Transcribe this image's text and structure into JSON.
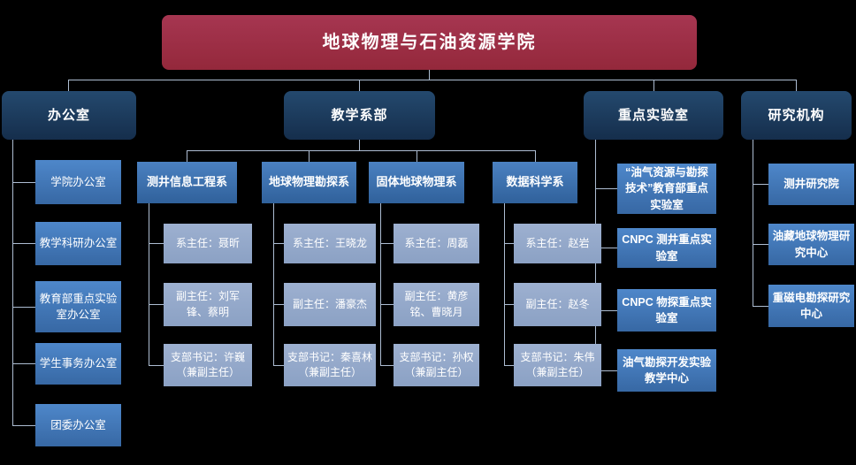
{
  "title": "地球物理与石油资源学院",
  "branches": {
    "office": {
      "label": "办公室",
      "items": [
        "学院办公室",
        "教学科研办公室",
        "教育部重点实验室办公室",
        "学生事务办公室",
        "团委办公室"
      ]
    },
    "teaching": {
      "label": "教学系部",
      "departments": [
        {
          "name": "测井信息工程系",
          "roles": [
            "系主任：聂昕",
            "副主任：刘军锋、蔡明",
            "支部书记：许巍（兼副主任）"
          ]
        },
        {
          "name": "地球物理勘探系",
          "roles": [
            "系主任：王晓龙",
            "副主任：潘豪杰",
            "支部书记：秦喜林（兼副主任）"
          ]
        },
        {
          "name": "固体地球物理系",
          "roles": [
            "系主任：周磊",
            "副主任：黄彦铭、曹晓月",
            "支部书记：孙权（兼副主任）"
          ]
        },
        {
          "name": "数据科学系",
          "roles": [
            "系主任：赵岩",
            "副主任：赵冬",
            "支部书记：朱伟（兼副主任）"
          ]
        }
      ]
    },
    "labs": {
      "label": "重点实验室",
      "items": [
        "“油气资源与勘探技术”教育部重点实验室",
        "CNPC 测井重点实验室",
        "CNPC 物探重点实验室",
        "油气勘探开发实验教学中心"
      ]
    },
    "research": {
      "label": "研究机构",
      "items": [
        "测井研究院",
        "油藏地球物理研究中心",
        "重磁电勘探研究中心"
      ]
    }
  },
  "colors": {
    "bg": "#000000",
    "root_top": "#A63651",
    "root_bottom": "#94283B",
    "navy_top": "#24496E",
    "navy_bottom": "#152E4C",
    "dept_top": "#4B81C1",
    "dept_bottom": "#30619B",
    "blue_top": "#4E87CA",
    "blue_bottom": "#3768A4",
    "light_top": "#9DB0D0",
    "light_bottom": "#8BA1C4",
    "line": "#ADBDD2"
  }
}
